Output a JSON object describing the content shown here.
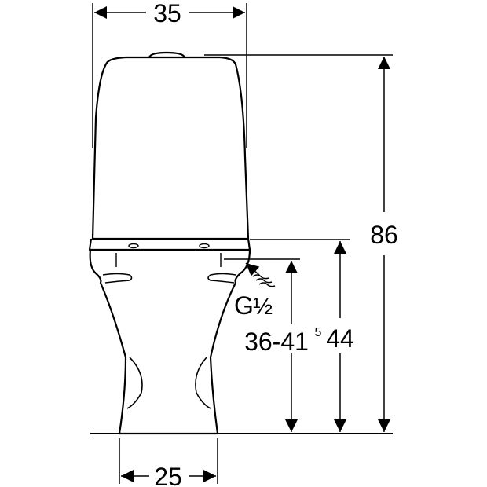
{
  "dimensions": {
    "width_top": "35",
    "height_total": "86",
    "height_seat": "44",
    "height_inlet": "36-41",
    "height_inlet_sup": "5",
    "width_foot": "25"
  },
  "connection": {
    "thread_letter": "G",
    "thread_size": "½"
  },
  "colors": {
    "line": "#000000",
    "background": "#ffffff"
  }
}
